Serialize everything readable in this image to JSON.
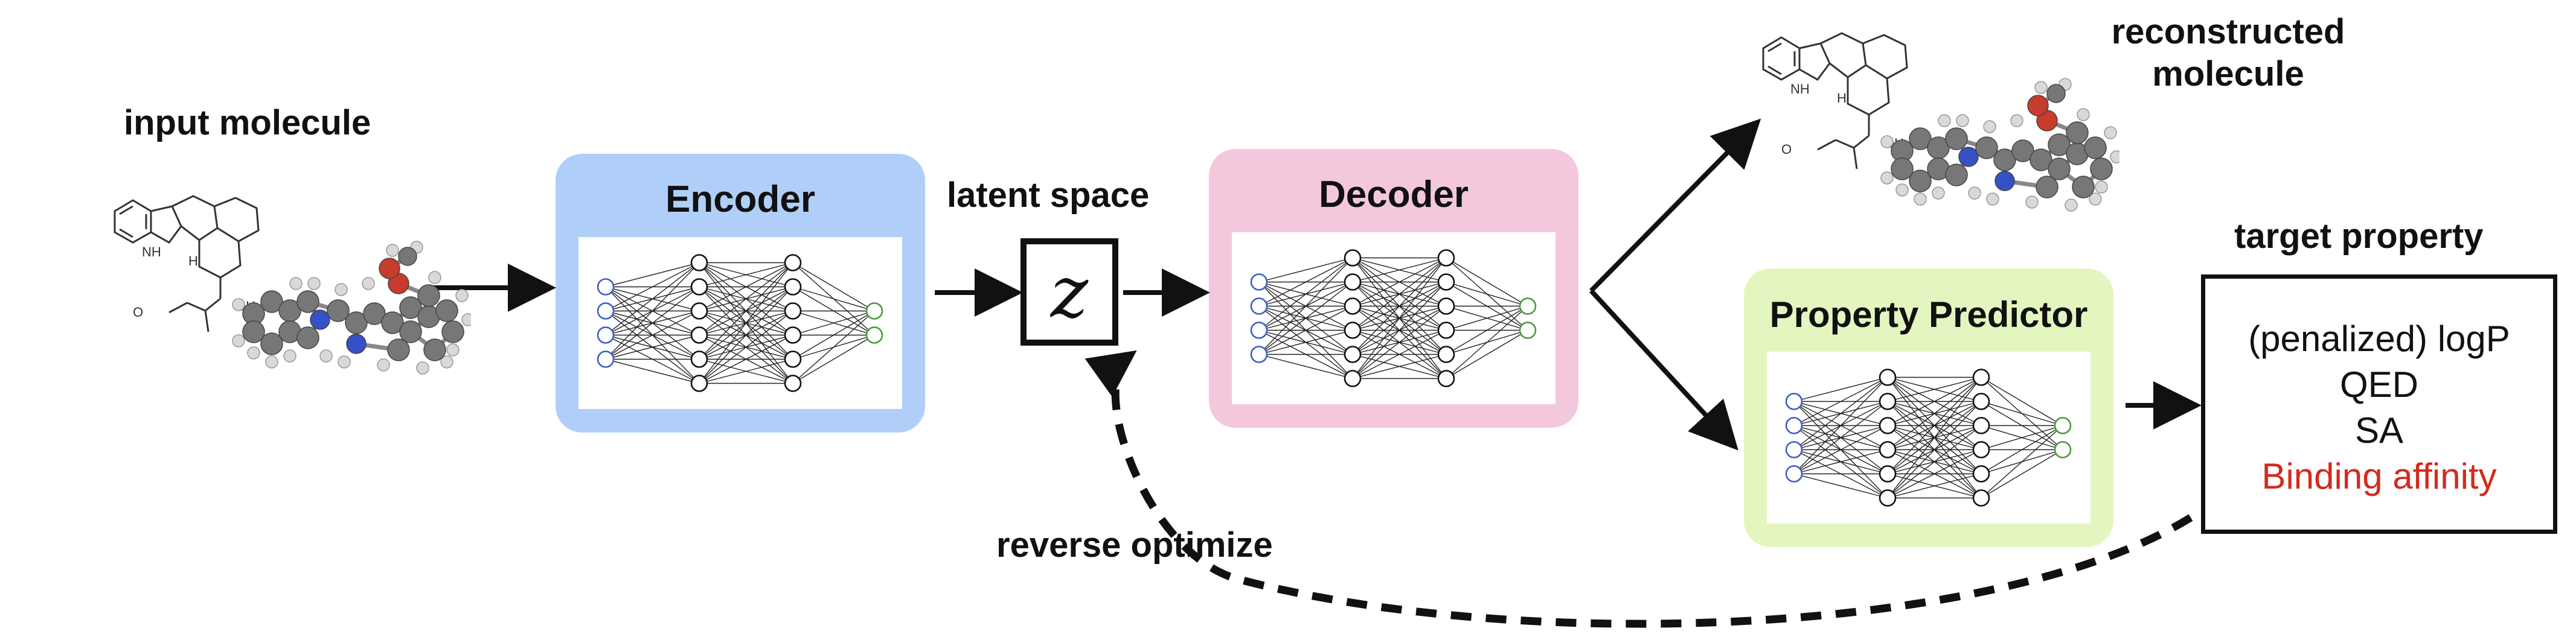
{
  "labels": {
    "input_molecule": "input molecule",
    "encoder": "Encoder",
    "latent_space": "latent space",
    "z_symbol": "z",
    "decoder": "Decoder",
    "reconstructed_molecule": "reconstructed molecule",
    "property_predictor": "Property Predictor",
    "target_property": "target property",
    "reverse_optimize": "reverse optimize"
  },
  "molecule_text": {
    "nh": "NH",
    "h": "H",
    "oh": "OH",
    "o": "O"
  },
  "target_properties": [
    {
      "text": "(penalized) logP",
      "color": "#111111"
    },
    {
      "text": "QED",
      "color": "#111111"
    },
    {
      "text": "SA",
      "color": "#111111"
    },
    {
      "text": "Binding affinity",
      "color": "#d42a1c"
    }
  ],
  "colors": {
    "encoder_bg": "#afcff8",
    "decoder_bg": "#f4c8dc",
    "predictor_bg": "#e3f6bf",
    "input_node": "#3d5fc4",
    "output_node": "#4a9a3c",
    "highlight": "#d42a1c"
  },
  "network": {
    "layer_node_counts": [
      4,
      6,
      6,
      2
    ]
  }
}
